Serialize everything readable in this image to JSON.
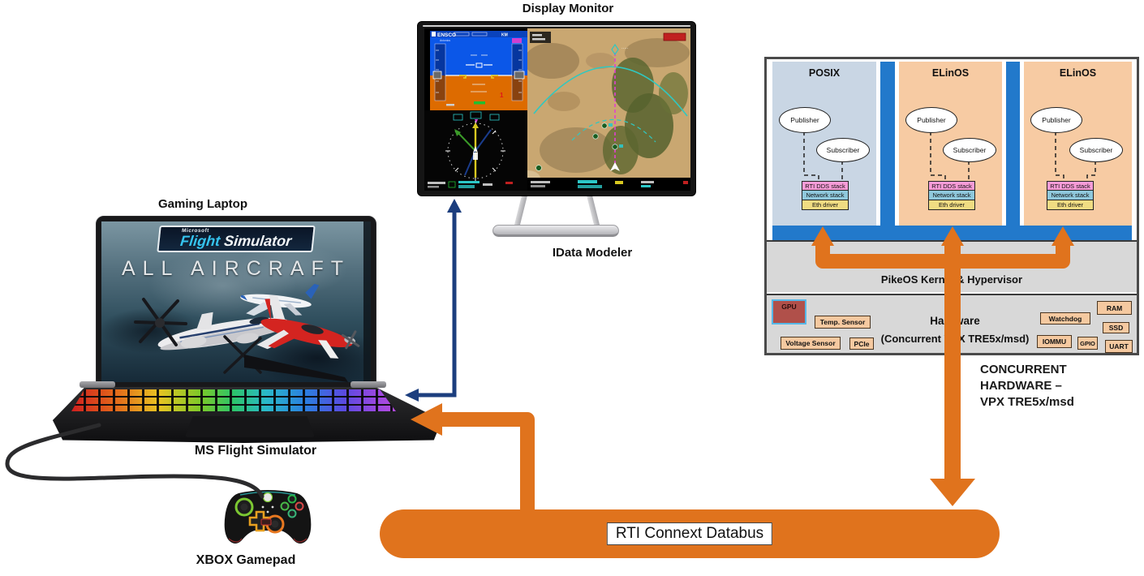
{
  "labels": {
    "display_monitor": "Display Monitor",
    "idata_modeler": "IData Modeler",
    "gaming_laptop": "Gaming Laptop",
    "ms_flight_simulator": "MS Flight Simulator",
    "xbox_gamepad": "XBOX Gamepad",
    "databus": "RTI Connext Databus",
    "concurrent_hw_lines": [
      "CONCURRENT",
      "HARDWARE –",
      "VPX TRE5x/msd"
    ]
  },
  "monitor_screen": {
    "brand": "ENSCO"
  },
  "laptop_screen": {
    "microsoft": "Microsoft",
    "flight": "Flight",
    "simulator": "Simulator",
    "all_aircraft": "ALL AIRCRAFT"
  },
  "partitions": [
    {
      "name": "POSIX",
      "publisher": "Publisher",
      "subscriber": "Subscriber",
      "stack": [
        "RTI DDS stack",
        "Network stack",
        "Eth driver"
      ]
    },
    {
      "name": "ELinOS",
      "publisher": "Publisher",
      "subscriber": "Subscriber",
      "stack": [
        "RTI DDS stack",
        "Network stack",
        "Eth driver"
      ]
    },
    {
      "name": "ELinOS",
      "publisher": "Publisher",
      "subscriber": "Subscriber",
      "stack": [
        "RTI DDS stack",
        "Network stack",
        "Eth driver"
      ]
    }
  ],
  "kernel_band": "PikeOS Kernel & Hypervisor",
  "hardware_band": {
    "title": "Hardware",
    "subtitle": "(Concurrent VPX TRE5x/msd)",
    "chips_left": [
      "GPU",
      "Temp. Sensor",
      "Voltage Sensor",
      "PCIe"
    ],
    "chips_right": [
      "Watchdog",
      "RAM",
      "SSD",
      "IOMMU",
      "GPIO",
      "UART"
    ]
  },
  "colors": {
    "orange_accent": "#e0731d",
    "navy_arrow": "#1c3e7e",
    "bus_blue": "#2279cb",
    "posix_fill": "#c9d6e4",
    "elinos_fill": "#f7cba3",
    "stack_pink": "#f89cd8",
    "stack_cyan": "#8fc8dc",
    "stack_yellow": "#f0dc82",
    "band_gray": "#d8d8d8",
    "gpu_red": "#b0504a",
    "chip_peach": "#f5c9a0"
  }
}
